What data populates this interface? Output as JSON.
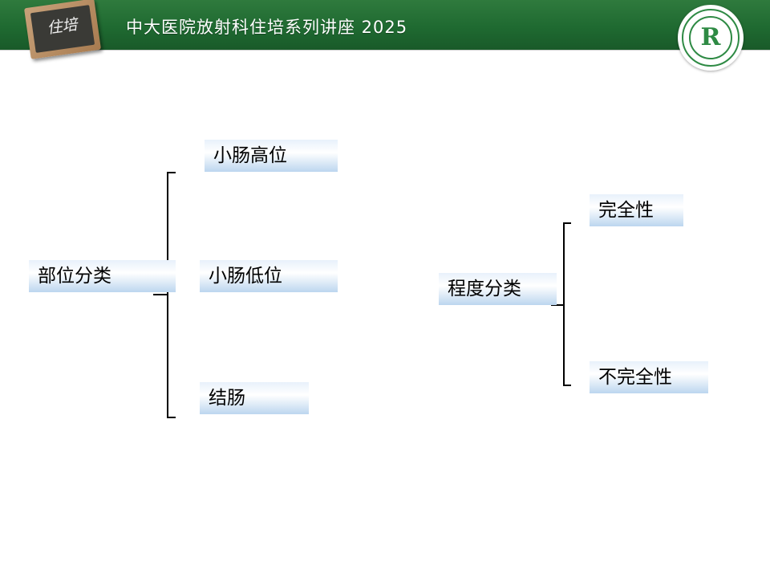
{
  "header": {
    "title": "中大医院放射科住培系列讲座 2025",
    "board_text": "住培",
    "logo_mark": "R"
  },
  "diagram": {
    "left": {
      "root": "部位分类",
      "children": [
        "小肠高位",
        "小肠低位",
        "结肠"
      ]
    },
    "right": {
      "root": "程度分类",
      "children": [
        "完全性",
        "不完全性"
      ]
    }
  },
  "colors": {
    "header_green": "#1f6a31",
    "box_blue": "#bcd6ef",
    "text": "#000000"
  }
}
